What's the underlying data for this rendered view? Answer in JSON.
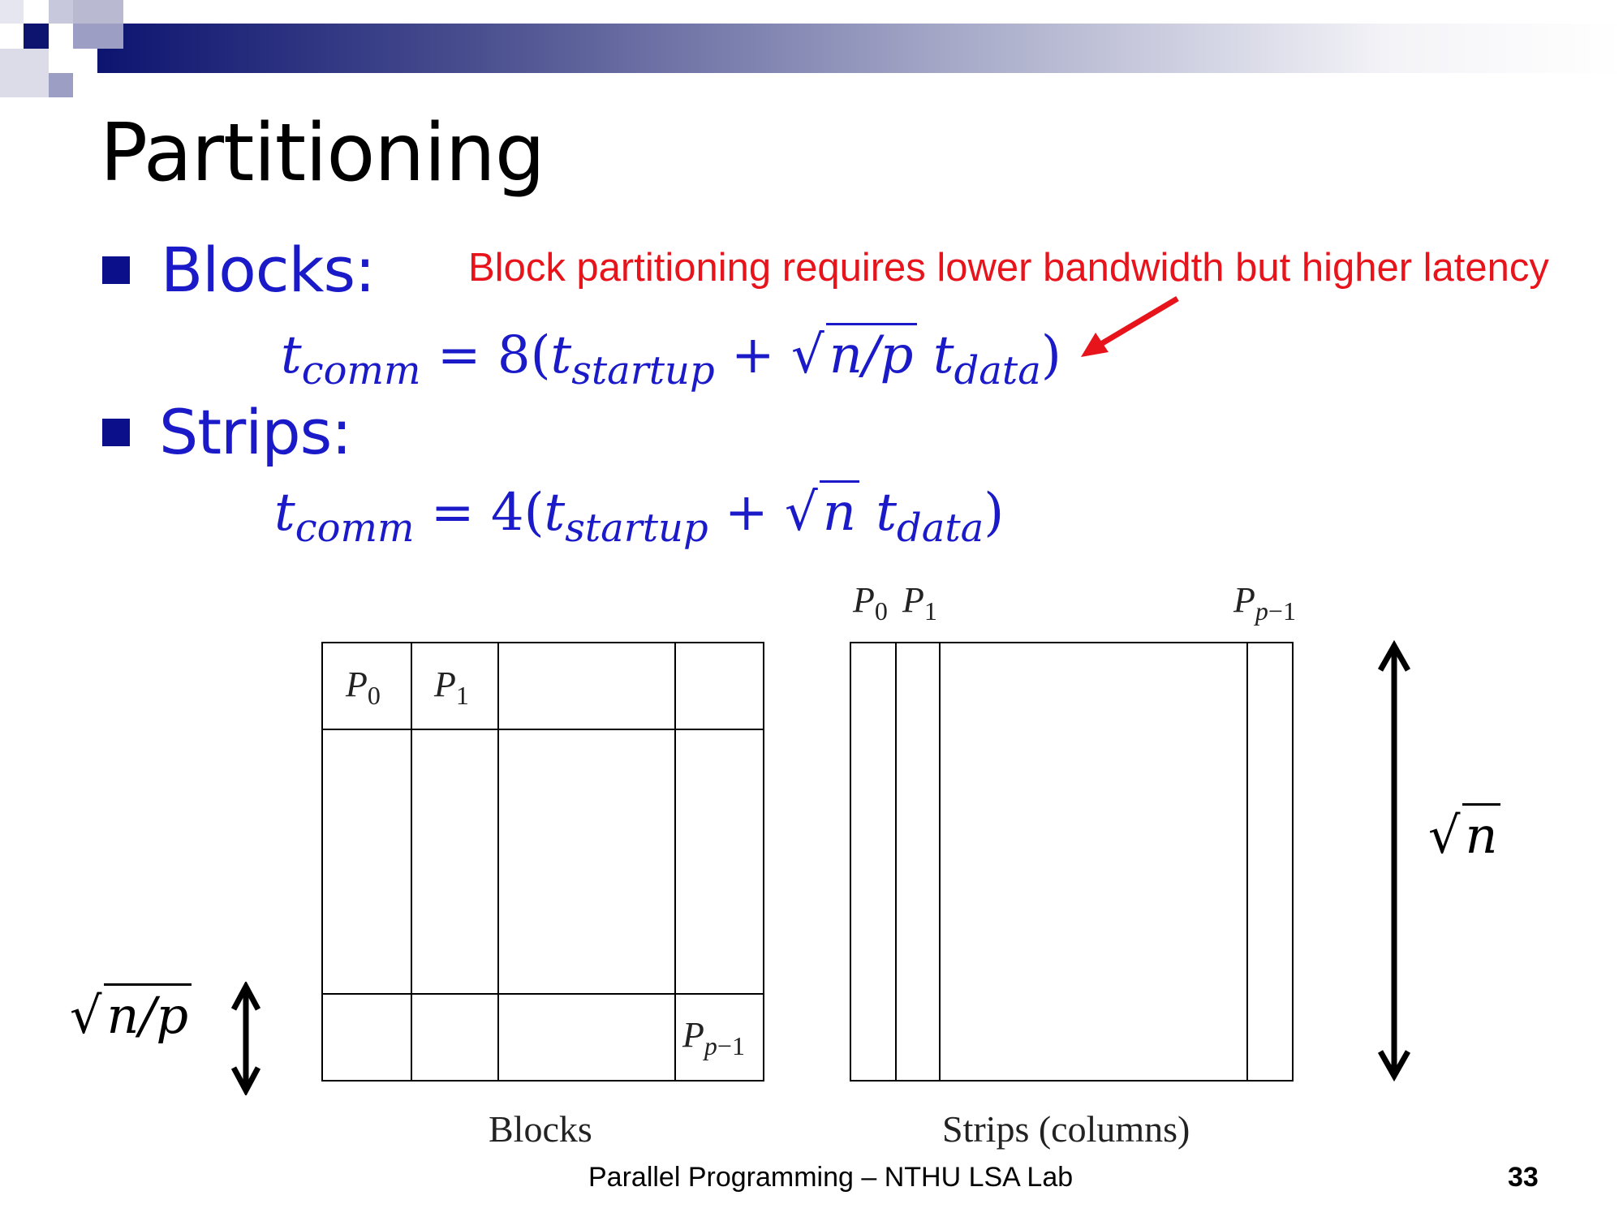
{
  "slide": {
    "title": "Partitioning",
    "bullets": [
      {
        "label": "Blocks:",
        "formula": {
          "lhs": "t",
          "lhs_sub": "comm",
          "coef": "8",
          "radicand": "n/p"
        }
      },
      {
        "label": "Strips:",
        "formula": {
          "lhs": "t",
          "lhs_sub": "comm",
          "coef": "4",
          "radicand": "n"
        }
      }
    ],
    "formula_terms": {
      "eq": "=",
      "startup_sub": "startup",
      "plus": "+",
      "t": "t",
      "data_sub": "data",
      "open": "(",
      "close": ")"
    },
    "annotation": "Block partitioning requires lower bandwidth but higher latency",
    "annotation_color": "#e8141c",
    "accent_color": "#1a1ac8"
  },
  "figure": {
    "blocks_caption": "Blocks",
    "strips_caption": "Strips (columns)",
    "p": "P",
    "sub0": "0",
    "sub1": "1",
    "subp": "p",
    "subminus": "−1",
    "block_dim": "n/p",
    "strip_dim": "n"
  },
  "footer": {
    "text": "Parallel Programming – NTHU LSA Lab",
    "page": "33"
  }
}
